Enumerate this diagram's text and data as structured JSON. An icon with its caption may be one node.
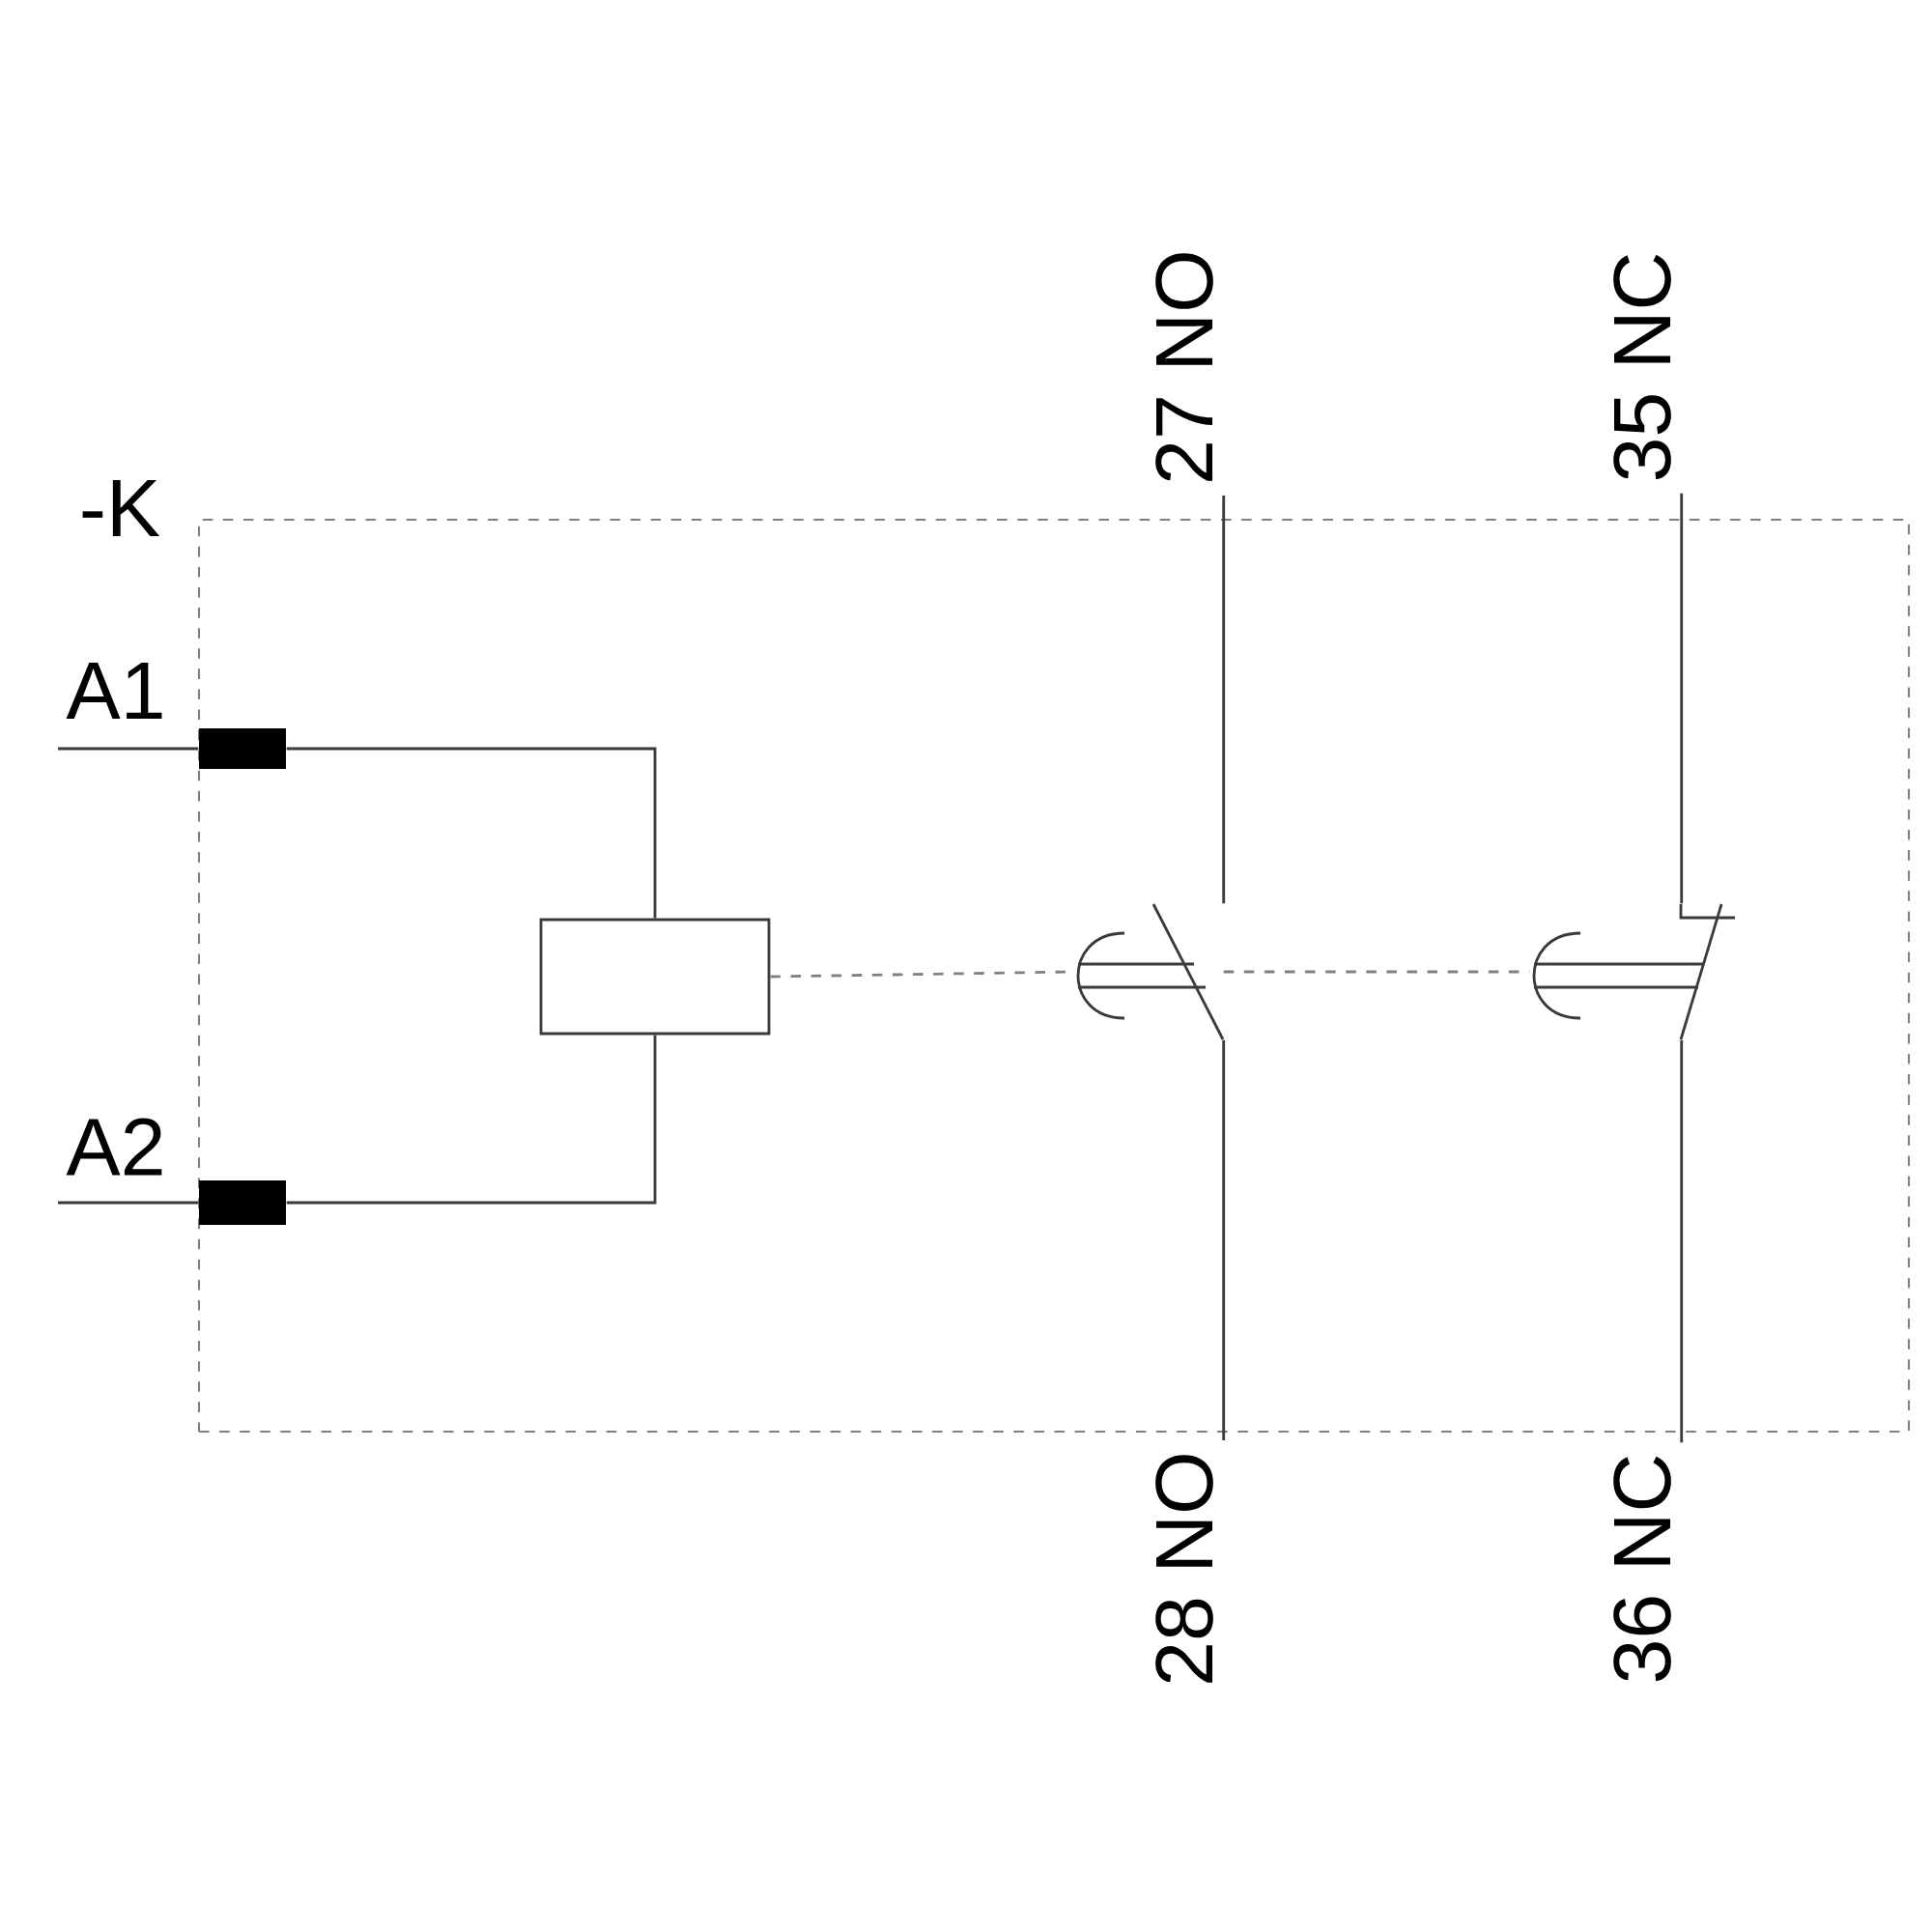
{
  "diagram": {
    "nodes": [
      {
        "text": [
          "-K"
        ]
      },
      {
        "text": [
          "A1"
        ],
        "in": 0
      },
      {
        "text": [
          "A2"
        ],
        "in": 0
      },
      {
        "text": [],
        "shape": "box",
        "in": 0
      },
      {
        "text": [],
        "shape": "switch",
        "in": 0
      },
      {
        "text": [],
        "shape": "switch",
        "in": 0
      },
      {
        "text": [
          "27 NO"
        ]
      },
      {
        "text": [
          "35 NC"
        ]
      },
      {
        "text": [
          "28 NO"
        ]
      },
      {
        "text": [
          "36 NC"
        ]
      }
    ],
    "edges": [
      {
        "from": null,
        "to": 1,
        "arrow": "none"
      },
      {
        "from": null,
        "to": 2,
        "arrow": "none"
      },
      {
        "from": 1,
        "to": 3,
        "arrow": "none"
      },
      {
        "from": 2,
        "to": 3,
        "arrow": "none"
      },
      {
        "from": 3,
        "to": 4,
        "arrow": "none",
        "style": "dashed"
      },
      {
        "from": 4,
        "to": 5,
        "arrow": "none",
        "style": "dashed"
      },
      {
        "from": 6,
        "to": 4,
        "arrow": "none"
      },
      {
        "from": 4,
        "to": 8,
        "arrow": "none"
      },
      {
        "from": 7,
        "to": 5,
        "arrow": "none"
      },
      {
        "from": 5,
        "to": 9,
        "arrow": "none"
      }
    ]
  }
}
